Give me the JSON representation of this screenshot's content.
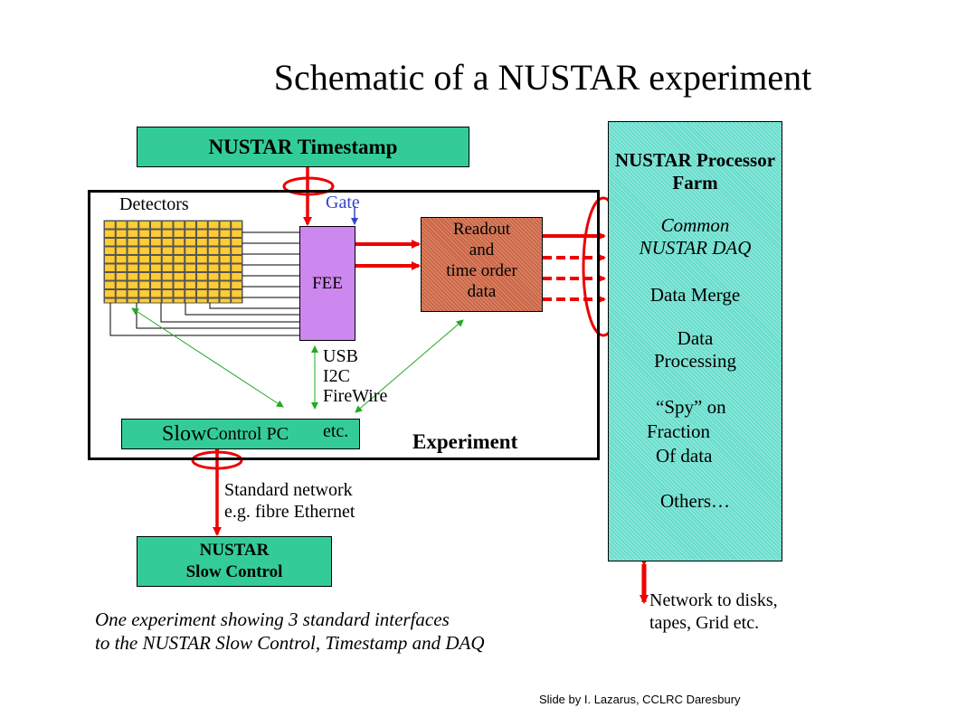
{
  "title": "Schematic of a NUSTAR experiment",
  "timestamp_box": "NUSTAR Timestamp",
  "detectors_label": "Detectors",
  "gate_label": "Gate",
  "fee_label": "FEE",
  "readout_lines": [
    "Readout",
    "and",
    "time order",
    "data"
  ],
  "interfaces": [
    "USB",
    "I2C",
    "FireWire",
    "etc."
  ],
  "slow_control_pc": {
    "part1": "Slow ",
    "part2": "Control PC"
  },
  "experiment_label": "Experiment",
  "network_label": [
    "Standard network",
    "e.g. fibre Ethernet"
  ],
  "slow_control_box": [
    "NUSTAR",
    "Slow Control"
  ],
  "processor_farm": {
    "title_lines": [
      "NUSTAR Processor",
      "Farm"
    ],
    "daq_lines": [
      "Common",
      "NUSTAR DAQ"
    ],
    "merge": "Data Merge",
    "processing_lines": [
      "Data",
      "Processing"
    ],
    "spy_lines": [
      "“Spy” on",
      "Fraction",
      " Of data"
    ],
    "others": "Others…"
  },
  "disk_network": [
    "Network to disks,",
    "tapes, Grid etc."
  ],
  "caption": [
    "One experiment showing 3 standard interfaces",
    "to the NUSTAR Slow Control, Timestamp and DAQ"
  ],
  "credit": "Slide by I. Lazarus, CCLRC Daresbury",
  "colors": {
    "green_box": "#33cc99",
    "fee": "#cc88ee",
    "readout": "#cc6644",
    "farm": "#66ddcc",
    "arrow_red": "#ee0000",
    "gate_blue": "#3344cc",
    "link_green": "#22aa22",
    "detector_yellow": "#ffcc33"
  }
}
